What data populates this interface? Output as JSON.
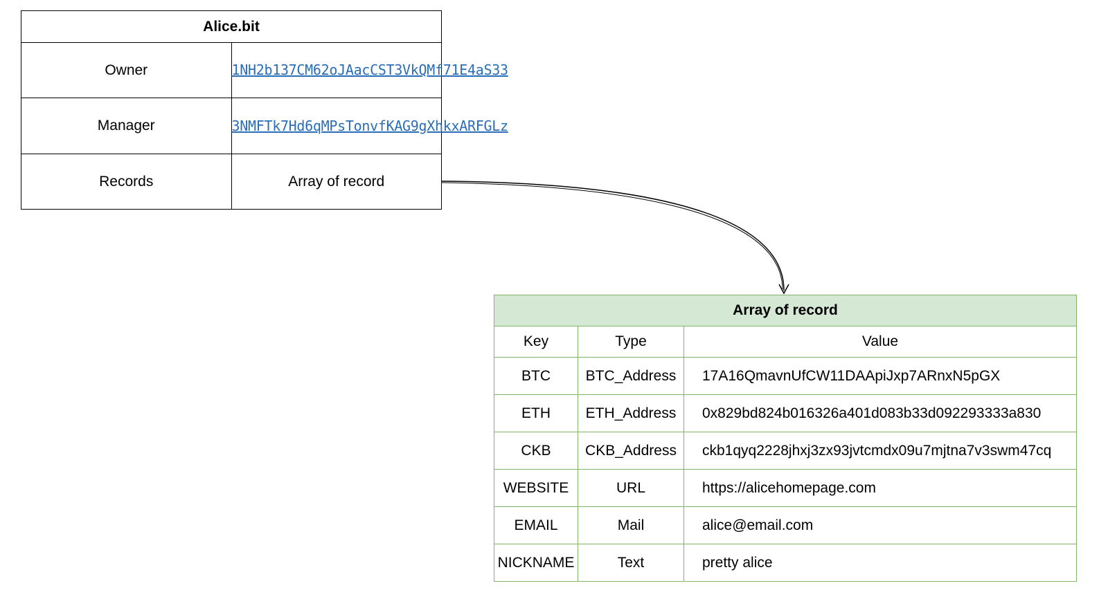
{
  "alice": {
    "title": "Alice.bit",
    "rows": [
      {
        "label": "Owner",
        "value": "1NH2b137CM62oJAacCST3VkQMf71E4aS33"
      },
      {
        "label": "Manager",
        "value": "3NMFTk7Hd6qMPsTonvfKAG9gXhkxARFGLz"
      },
      {
        "label": "Records",
        "value": "Array of record"
      }
    ]
  },
  "records": {
    "title": "Array of record",
    "headers": {
      "key": "Key",
      "type": "Type",
      "value": "Value"
    },
    "rows": [
      {
        "key": "BTC",
        "type": "BTC_Address",
        "value": "17A16QmavnUfCW11DAApiJxp7ARnxN5pGX"
      },
      {
        "key": "ETH",
        "type": "ETH_Address",
        "value": "0x829bd824b016326a401d083b33d092293333a830"
      },
      {
        "key": "CKB",
        "type": "CKB_Address",
        "value": "ckb1qyq2228jhxj3zx93jvtcmdx09u7mjtna7v3swm47cq"
      },
      {
        "key": "WEBSITE",
        "type": "URL",
        "value": "https://alicehomepage.com"
      },
      {
        "key": "EMAIL",
        "type": "Mail",
        "value": "alice@email.com"
      },
      {
        "key": "NICKNAME",
        "type": "Text",
        "value": "pretty alice"
      }
    ]
  },
  "colors": {
    "link": "#2a6db8",
    "record_border": "#82b366",
    "record_header_fill": "#d5e8d4"
  }
}
